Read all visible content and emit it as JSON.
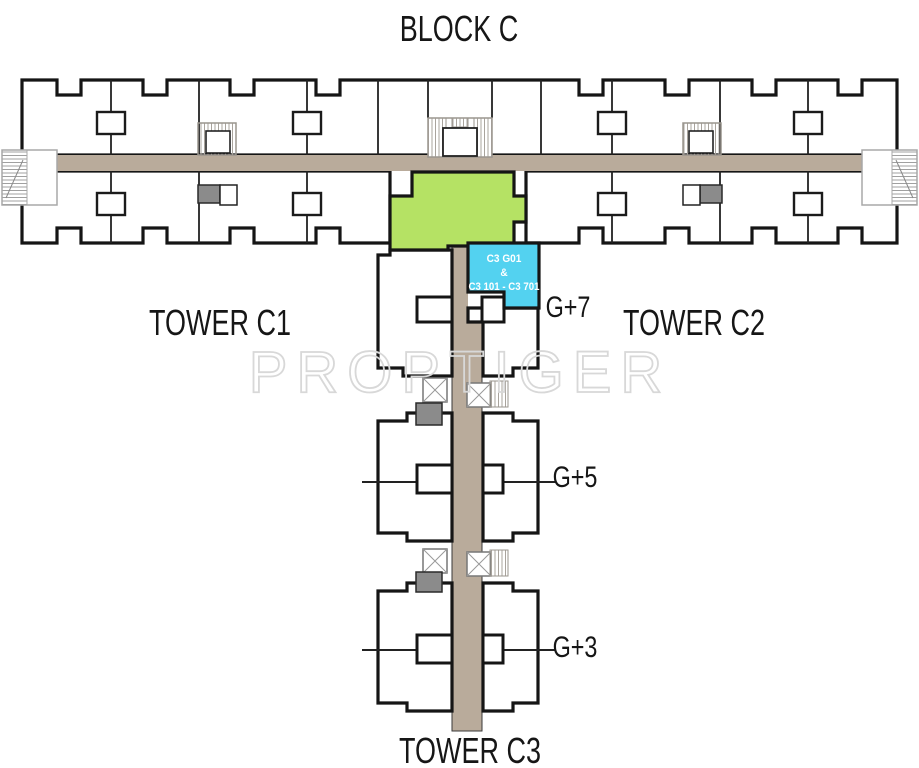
{
  "title": "BLOCK C",
  "watermark": "PROPTIGER",
  "towers": {
    "c1": "TOWER C1",
    "c2": "TOWER C2",
    "c3": "TOWER C3"
  },
  "floors": {
    "g7": "G+7",
    "g5": "G+5",
    "g3": "G+3"
  },
  "highlighted_unit": {
    "line1": "C3 G01",
    "line2": "&",
    "line3": "C3 101 - C3 701"
  },
  "colors": {
    "highlight_green": "#b5e264",
    "highlight_cyan": "#53d2f0",
    "corridor": "#b9ab9b",
    "dark_gray": "#8b8b8b",
    "outline": "#151515",
    "watermark_gray": "#d8d8d8"
  }
}
